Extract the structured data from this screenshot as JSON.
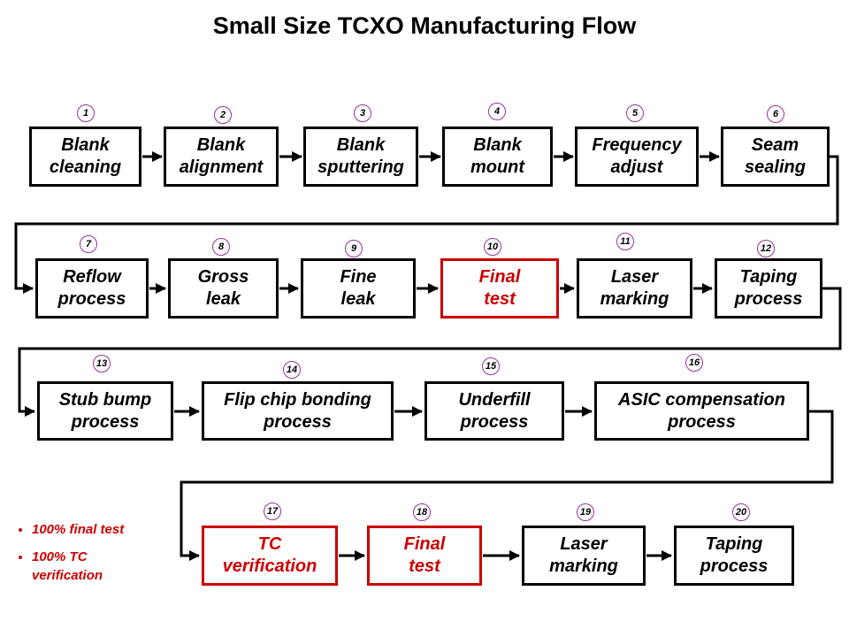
{
  "title": "Small Size TCXO Manufacturing Flow",
  "colors": {
    "highlight": "#cc0000",
    "line": "#000000",
    "circle-stroke": "#993399",
    "note": "#cc0000"
  },
  "steps": [
    {
      "num": "1",
      "label": "Blank\ncleaning",
      "highlight": false
    },
    {
      "num": "2",
      "label": "Blank\nalignment",
      "highlight": false
    },
    {
      "num": "3",
      "label": "Blank\nsputtering",
      "highlight": false
    },
    {
      "num": "4",
      "label": "Blank\nmount",
      "highlight": false
    },
    {
      "num": "5",
      "label": "Frequency\nadjust",
      "highlight": false
    },
    {
      "num": "6",
      "label": "Seam\nsealing",
      "highlight": false
    },
    {
      "num": "7",
      "label": "Reflow\nprocess",
      "highlight": false
    },
    {
      "num": "8",
      "label": "Gross\nleak",
      "highlight": false
    },
    {
      "num": "9",
      "label": "Fine\nleak",
      "highlight": false
    },
    {
      "num": "10",
      "label": "Final\ntest",
      "highlight": true
    },
    {
      "num": "11",
      "label": "Laser\nmarking",
      "highlight": false
    },
    {
      "num": "12",
      "label": "Taping\nprocess",
      "highlight": false
    },
    {
      "num": "13",
      "label": "Stub bump\nprocess",
      "highlight": false
    },
    {
      "num": "14",
      "label": "Flip chip bonding\nprocess",
      "highlight": false
    },
    {
      "num": "15",
      "label": "Underfill\nprocess",
      "highlight": false
    },
    {
      "num": "16",
      "label": "ASIC compensation\nprocess",
      "highlight": false
    },
    {
      "num": "17",
      "label": "TC\nverification",
      "highlight": true
    },
    {
      "num": "18",
      "label": "Final\ntest",
      "highlight": true
    },
    {
      "num": "19",
      "label": "Laser\nmarking",
      "highlight": false
    },
    {
      "num": "20",
      "label": "Taping\nprocess",
      "highlight": false
    }
  ],
  "notes": [
    {
      "text": "100% final test"
    },
    {
      "text": "100% TC\nverification"
    }
  ]
}
